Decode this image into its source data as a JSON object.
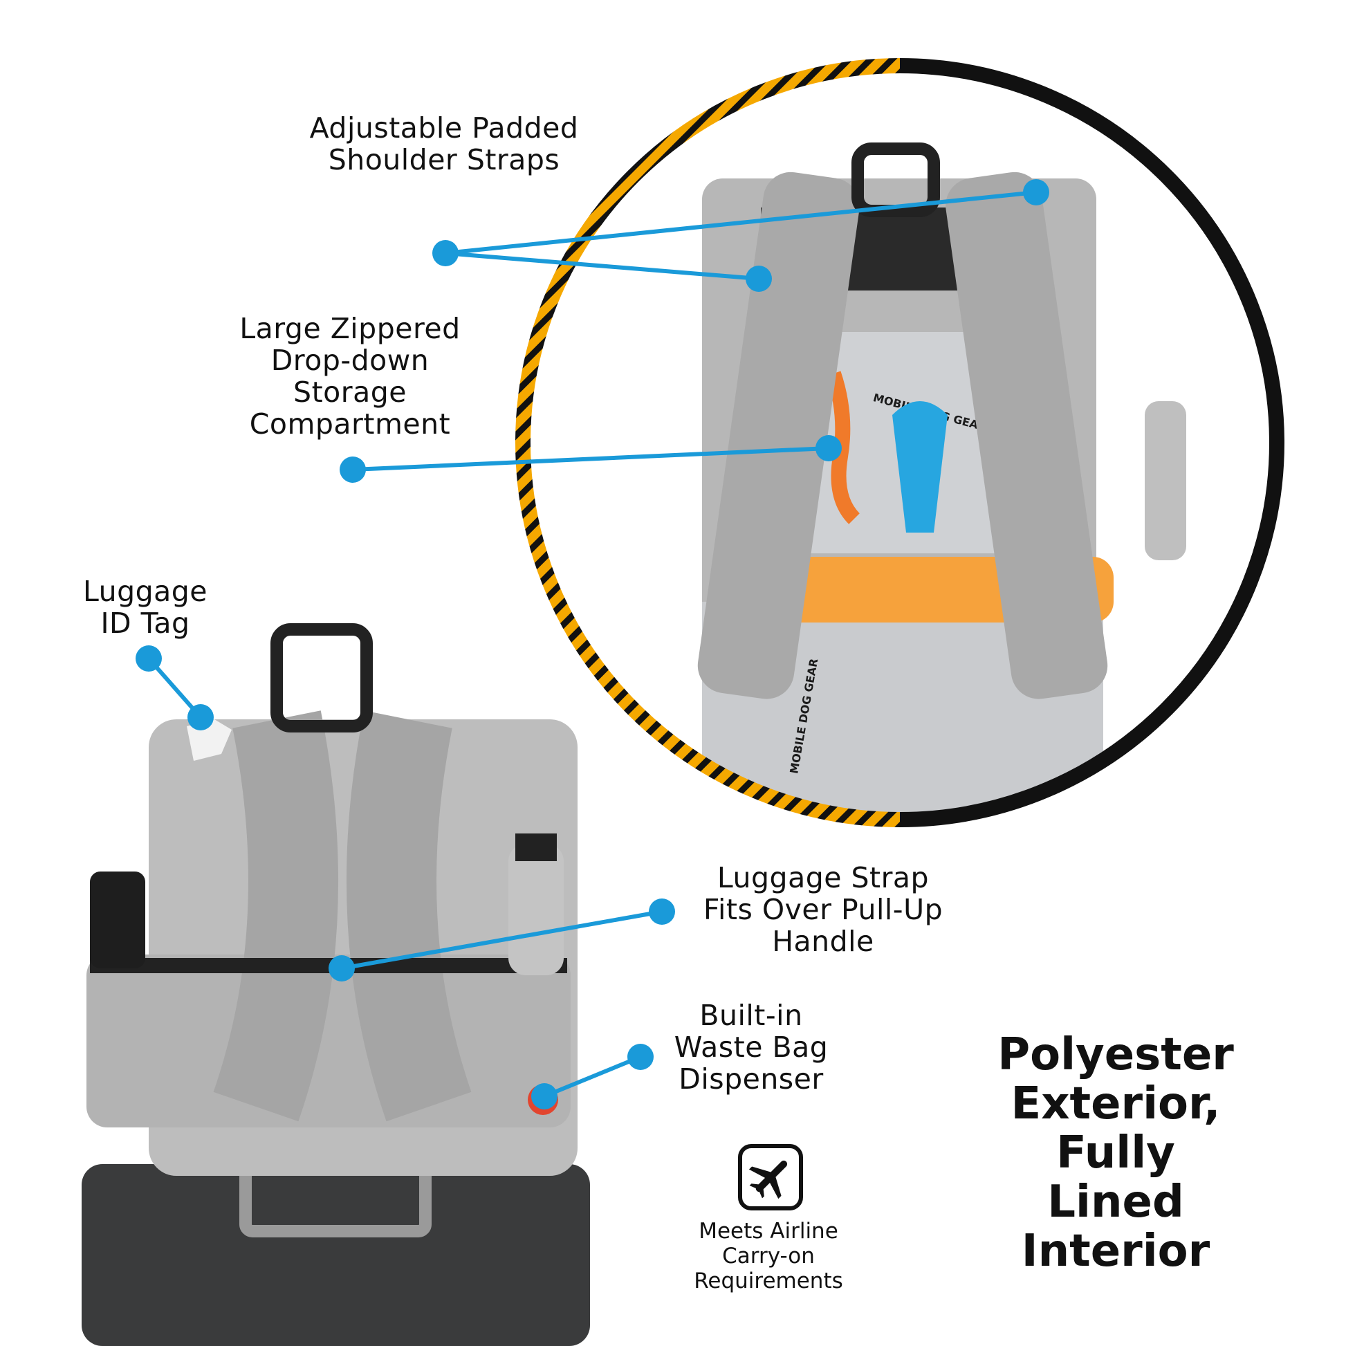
{
  "callouts": {
    "shoulder_straps": "Adjustable Padded\nShoulder Straps",
    "storage_compartment": "Large Zippered\nDrop-down\nStorage\nCompartment",
    "luggage_tag": "Luggage\nID Tag",
    "luggage_strap": "Luggage Strap\nFits Over Pull-Up\nHandle",
    "waste_bag": "Built-in\nWaste Bag\nDispenser"
  },
  "airline": {
    "icon": "airplane-icon",
    "text": "Meets Airline\nCarry-on\nRequirements"
  },
  "material": "Polyester\nExterior,\nFully Lined\nInterior",
  "printed_logo_text": "MOBILE DOG GEAR",
  "colors": {
    "callout_blue": "#1a9ad9",
    "ring_yellow": "#f5a800",
    "ring_black": "#111111",
    "bag_gray": "#b9b9b9"
  }
}
